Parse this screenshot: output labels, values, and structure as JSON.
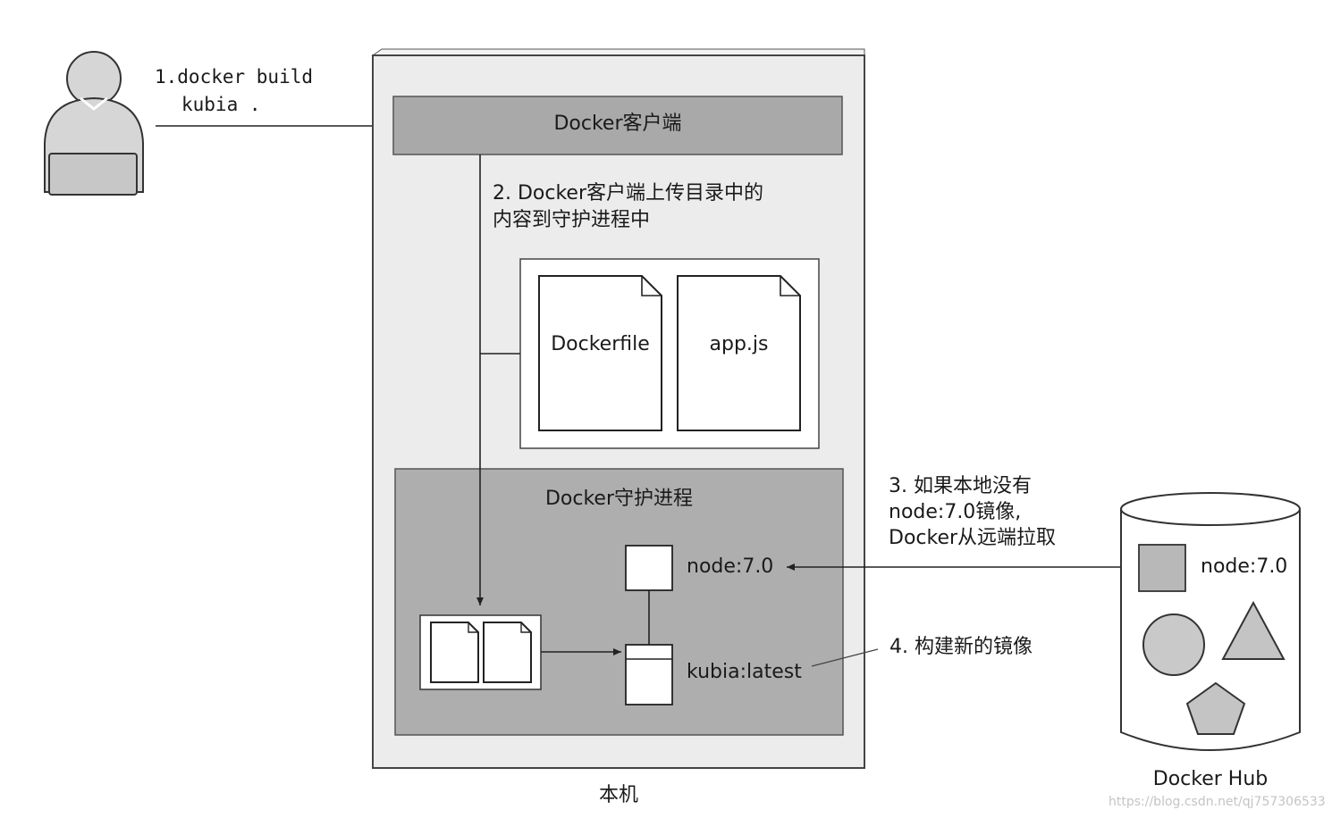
{
  "user": {
    "cmd_line1": "1.docker build",
    "cmd_line2": "kubia ."
  },
  "local_machine": {
    "label": "本机",
    "client": {
      "label": "Docker客户端"
    },
    "upload_note": {
      "line1": "2. Docker客户端上传目录中的",
      "line2": "内容到守护进程中"
    },
    "files": {
      "dockerfile": "Dockerfile",
      "appjs": "app.js"
    },
    "daemon": {
      "label": "Docker守护进程",
      "node_image": "node:7.0",
      "kubia_image": "kubia:latest"
    }
  },
  "pull_note": {
    "line1": "3. 如果本地没有",
    "line2": "node:7.0镜像,",
    "line3": "Docker从远端拉取"
  },
  "build_note": "4. 构建新的镜像",
  "docker_hub": {
    "label": "Docker Hub",
    "node_image": "node:7.0"
  },
  "watermark": "https://blog.csdn.net/qj757306533",
  "colors": {
    "client_bar": "#a9a9a9",
    "daemon_box": "#aeaeae",
    "outer_box": "#ececec",
    "hub_square": "#b8b8b8"
  }
}
